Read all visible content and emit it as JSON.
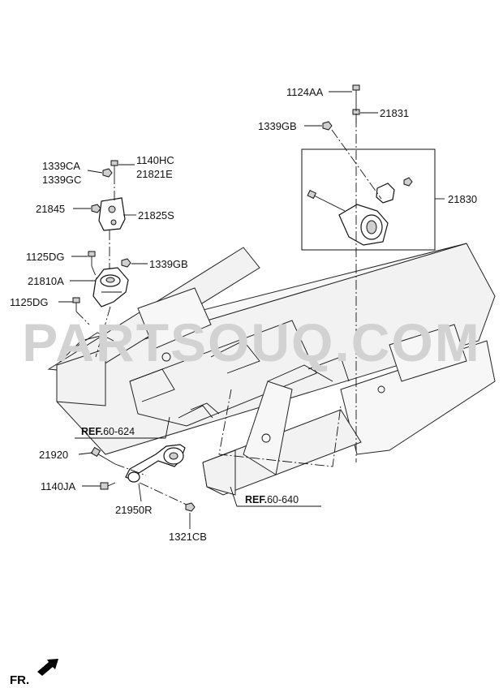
{
  "watermark": "PARTSOUQ.COM",
  "part_labels": {
    "p1124AA": "1124AA",
    "p21831": "21831",
    "p1339GB_top": "1339GB",
    "p21830": "21830",
    "p1339CA": "1339CA",
    "p1339GC": "1339GC",
    "p1140HC": "1140HC",
    "p21821E": "21821E",
    "p21845": "21845",
    "p21825S": "21825S",
    "p1125DG_top": "1125DG",
    "p1339GB_left": "1339GB",
    "p21810A": "21810A",
    "p1125DG_low": "1125DG",
    "p21920": "21920",
    "p1140JA": "1140JA",
    "p21950R": "21950R",
    "p1321CB": "1321CB"
  },
  "refs": {
    "r1": {
      "prefix": "REF.",
      "code": "60-624"
    },
    "r2": {
      "prefix": "REF.",
      "code": "60-640"
    }
  },
  "front_indicator": "FR."
}
